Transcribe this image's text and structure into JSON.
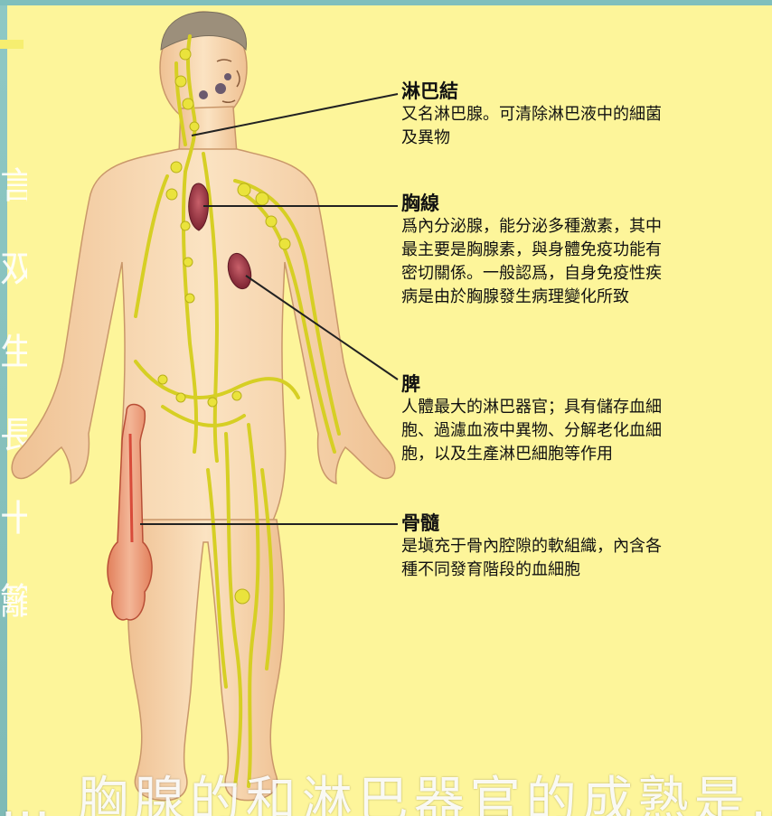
{
  "labels": [
    {
      "title": "淋巴結",
      "desc": "又名淋巴腺。可清除淋巴液中的細菌\n及異物"
    },
    {
      "title": "胸線",
      "desc": "爲內分泌腺，能分泌多種激素，其中\n最主要是胸腺素，與身體免疫功能有\n密切關係。一般認爲，自身免疫性疾\n病是由於胸腺發生病理變化所致"
    },
    {
      "title": "脾",
      "desc": "人體最大的淋巴器官；具有儲存血細\n胞、過濾血液中異物、分解老化血細\n胞，以及生產淋巴細胞等作用"
    },
    {
      "title": "骨髓",
      "desc": "是塡充于骨內腔隙的軟組織，內含各\n種不同發育階段的血細胞"
    }
  ],
  "background_text": {
    "left_column": "言 双 生 長 十 籬",
    "bottom_line": "… 胸腺的和淋巴器官的成熟是…"
  },
  "colors": {
    "panel": "#fdf59a",
    "border": "#8fc8c4",
    "skin": "#f6d3a8",
    "lymph": "#e8e23a",
    "thymus": "#a4323e",
    "bone": "#e89a76"
  }
}
